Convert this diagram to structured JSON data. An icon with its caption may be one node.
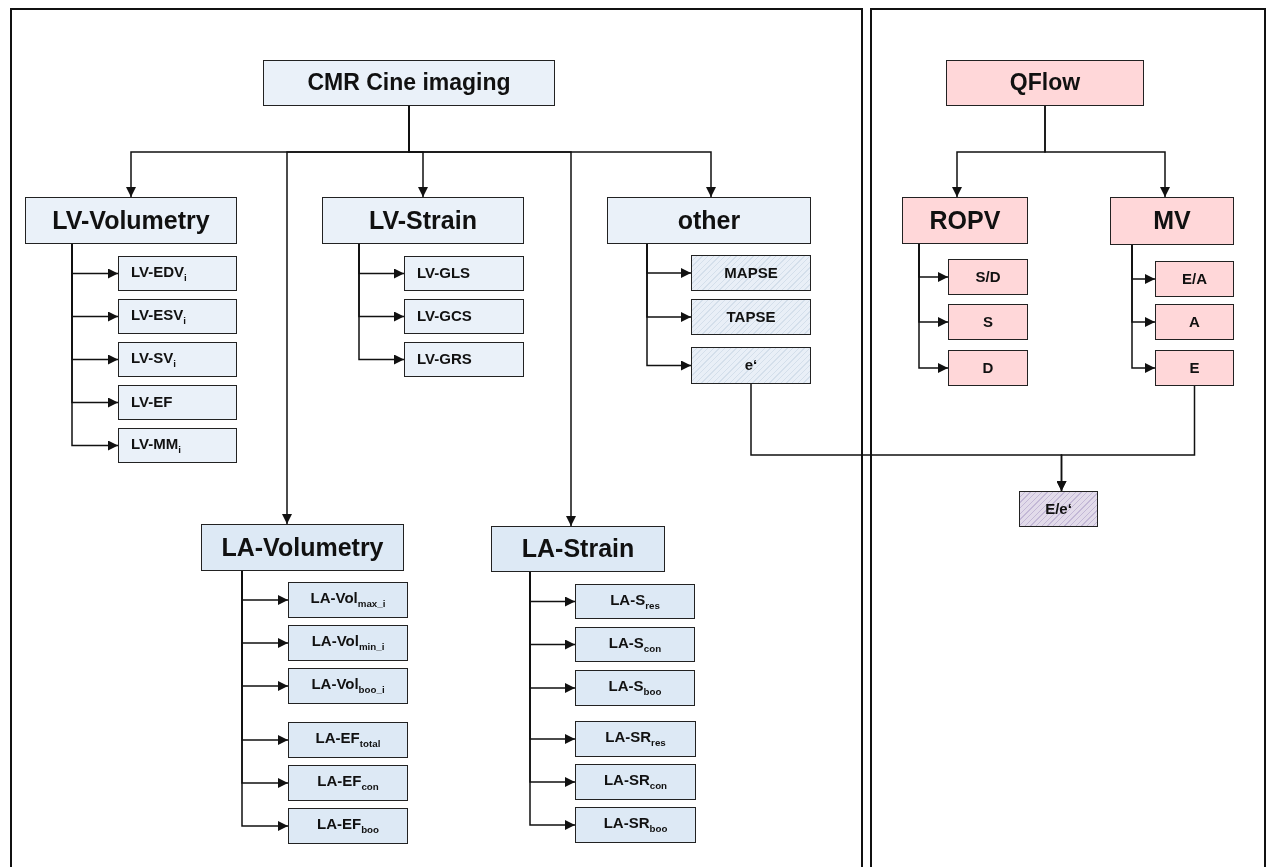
{
  "diagram": {
    "nodes": [
      {
        "text": [
          "CMR Cine imaging"
        ]
      },
      {
        "text": [
          "LV-Volumetry"
        ]
      },
      {
        "text": [
          "LV-EDV$_{i}$"
        ]
      },
      {
        "text": [
          "LV-ESV$_{i}$"
        ]
      },
      {
        "text": [
          "LV-SV$_{i}$"
        ]
      },
      {
        "text": [
          "LV-EF"
        ]
      },
      {
        "text": [
          "LV-MM$_{i}$"
        ]
      },
      {
        "text": [
          "LV-Strain"
        ]
      },
      {
        "text": [
          "LV-GLS"
        ]
      },
      {
        "text": [
          "LV-GCS"
        ]
      },
      {
        "text": [
          "LV-GRS"
        ]
      },
      {
        "text": [
          "other"
        ]
      },
      {
        "text": [
          "MAPSE"
        ]
      },
      {
        "text": [
          "TAPSE"
        ]
      },
      {
        "text": [
          "e‘"
        ]
      },
      {
        "text": [
          "LA-Volumetry"
        ]
      },
      {
        "text": [
          "LA-Vol$_{max_i}$"
        ]
      },
      {
        "text": [
          "LA-Vol$_{min_i}$"
        ]
      },
      {
        "text": [
          "LA-Vol$_{boo_i}$"
        ]
      },
      {
        "text": [
          "LA-EF$_{total}$"
        ]
      },
      {
        "text": [
          "LA-EF$_{con}$"
        ]
      },
      {
        "text": [
          "LA-EF$_{boo}$"
        ]
      },
      {
        "text": [
          "LA-Strain"
        ]
      },
      {
        "text": [
          "LA-S$_{res}$"
        ]
      },
      {
        "text": [
          "LA-S$_{con}$"
        ]
      },
      {
        "text": [
          "LA-S$_{boo}$"
        ]
      },
      {
        "text": [
          "LA-SR$_{res}$"
        ]
      },
      {
        "text": [
          "LA-SR$_{con}$"
        ]
      },
      {
        "text": [
          "LA-SR$_{boo}$"
        ]
      },
      {
        "text": [
          "QFlow"
        ]
      },
      {
        "text": [
          "ROPV"
        ]
      },
      {
        "text": [
          "S/D"
        ]
      },
      {
        "text": [
          "S"
        ]
      },
      {
        "text": [
          "D"
        ]
      },
      {
        "text": [
          "MV"
        ]
      },
      {
        "text": [
          "E/A"
        ]
      },
      {
        "text": [
          "A"
        ]
      },
      {
        "text": [
          "E"
        ]
      },
      {
        "text": [
          "E/e‘"
        ]
      }
    ],
    "edges": [
      {
        "from": 0,
        "to": 1,
        "arrow": "to"
      },
      {
        "from": 0,
        "to": 15,
        "arrow": "to"
      },
      {
        "from": 0,
        "to": 7,
        "arrow": "to"
      },
      {
        "from": 0,
        "to": 22,
        "arrow": "to"
      },
      {
        "from": 0,
        "to": 11,
        "arrow": "to"
      },
      {
        "from": 1,
        "to": 2,
        "arrow": "to"
      },
      {
        "from": 1,
        "to": 3,
        "arrow": "to"
      },
      {
        "from": 1,
        "to": 4,
        "arrow": "to"
      },
      {
        "from": 1,
        "to": 5,
        "arrow": "to"
      },
      {
        "from": 1,
        "to": 6,
        "arrow": "to"
      },
      {
        "from": 7,
        "to": 8,
        "arrow": "to"
      },
      {
        "from": 7,
        "to": 9,
        "arrow": "to"
      },
      {
        "from": 7,
        "to": 10,
        "arrow": "to"
      },
      {
        "from": 11,
        "to": 12,
        "arrow": "to"
      },
      {
        "from": 11,
        "to": 13,
        "arrow": "to"
      },
      {
        "from": 11,
        "to": 14,
        "arrow": "to"
      },
      {
        "from": 15,
        "to": 16,
        "arrow": "to"
      },
      {
        "from": 15,
        "to": 17,
        "arrow": "to"
      },
      {
        "from": 15,
        "to": 18,
        "arrow": "to"
      },
      {
        "from": 15,
        "to": 19,
        "arrow": "to"
      },
      {
        "from": 15,
        "to": 20,
        "arrow": "to"
      },
      {
        "from": 15,
        "to": 21,
        "arrow": "to"
      },
      {
        "from": 22,
        "to": 23,
        "arrow": "to"
      },
      {
        "from": 22,
        "to": 24,
        "arrow": "to"
      },
      {
        "from": 22,
        "to": 25,
        "arrow": "to"
      },
      {
        "from": 22,
        "to": 26,
        "arrow": "to"
      },
      {
        "from": 22,
        "to": 27,
        "arrow": "to"
      },
      {
        "from": 22,
        "to": 28,
        "arrow": "to"
      },
      {
        "from": 29,
        "to": 30,
        "arrow": "to"
      },
      {
        "from": 29,
        "to": 34,
        "arrow": "to"
      },
      {
        "from": 30,
        "to": 31,
        "arrow": "to"
      },
      {
        "from": 30,
        "to": 32,
        "arrow": "to"
      },
      {
        "from": 30,
        "to": 33,
        "arrow": "to"
      },
      {
        "from": 34,
        "to": 35,
        "arrow": "to"
      },
      {
        "from": 34,
        "to": 36,
        "arrow": "to"
      },
      {
        "from": 34,
        "to": 37,
        "arrow": "to"
      },
      {
        "from": 14,
        "to": 38,
        "arrow": "to"
      },
      {
        "from": 37,
        "to": 38,
        "arrow": "to"
      }
    ]
  }
}
